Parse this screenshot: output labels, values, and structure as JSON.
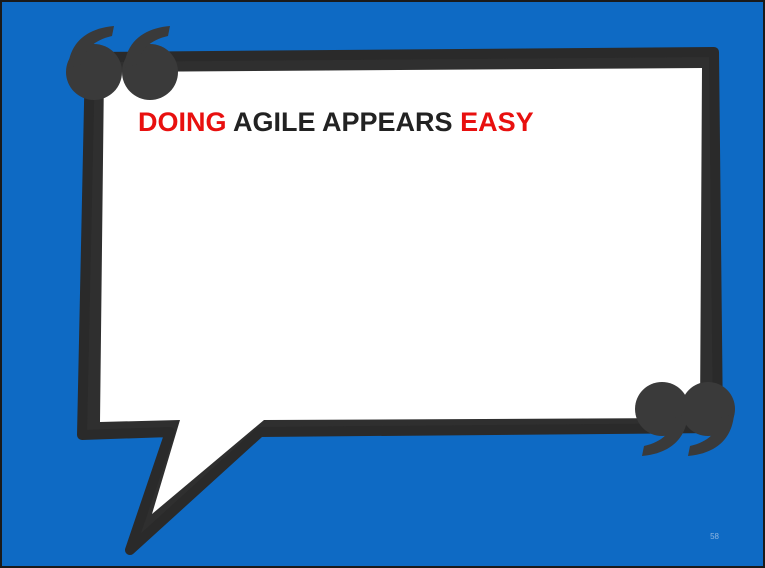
{
  "slide": {
    "headline": {
      "word1": "DOING",
      "word2": "AGILE APPEARS",
      "word3": "EASY"
    },
    "slide_number": "58"
  },
  "colors": {
    "background": "#0e6ac4",
    "accent_red": "#e8100f",
    "text_dark": "#222222",
    "bubble_fill": "#ffffff",
    "bubble_border": "#333333",
    "quote_marks": "#3a3a3a"
  },
  "icons": {
    "open_quote": "open-quote-icon",
    "close_quote": "close-quote-icon"
  }
}
